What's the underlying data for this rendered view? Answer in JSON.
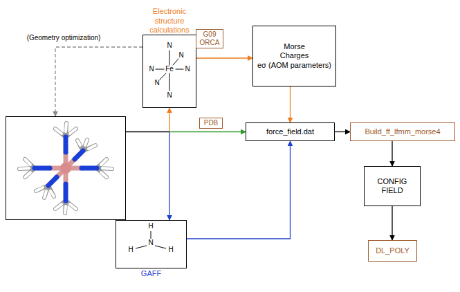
{
  "diagram": {
    "nodes": [
      {
        "text": [
          "Electronic structure calculations"
        ]
      },
      {
        "text": [
          "Morse",
          "Charges",
          "eσ (AOM parameters)"
        ]
      },
      {
        "text": []
      },
      {
        "text": [
          "force_field.dat"
        ]
      },
      {
        "text": [
          "Build_ff_lfmm_morse4"
        ]
      },
      {
        "text": [
          "CONFIG",
          "FIELD"
        ]
      },
      {
        "text": [
          "DL_POLY"
        ]
      },
      {
        "text": [
          "GAFF"
        ]
      }
    ],
    "edges": [
      {
        "from": 0,
        "to": 2,
        "arrow": "to",
        "label": "(Geometry optimization)"
      },
      {
        "from": 0,
        "to": 1,
        "arrow": "to",
        "label": "G09 ORCA"
      },
      {
        "from": 2,
        "to": 3,
        "arrow": "to",
        "label": "PDB"
      },
      {
        "from": 2,
        "to": 0,
        "arrow": "to"
      },
      {
        "from": 2,
        "to": 7,
        "arrow": "to"
      },
      {
        "from": 1,
        "to": 3,
        "arrow": "to"
      },
      {
        "from": 7,
        "to": 3,
        "arrow": "to"
      },
      {
        "from": 3,
        "to": 4,
        "arrow": "to"
      },
      {
        "from": 4,
        "to": 5,
        "arrow": "to"
      },
      {
        "from": 5,
        "to": 6,
        "arrow": "to"
      }
    ],
    "labels": [
      "N",
      "N",
      "N",
      "N",
      "N",
      "N",
      "Fe",
      "H",
      "H",
      "H",
      "N"
    ]
  }
}
